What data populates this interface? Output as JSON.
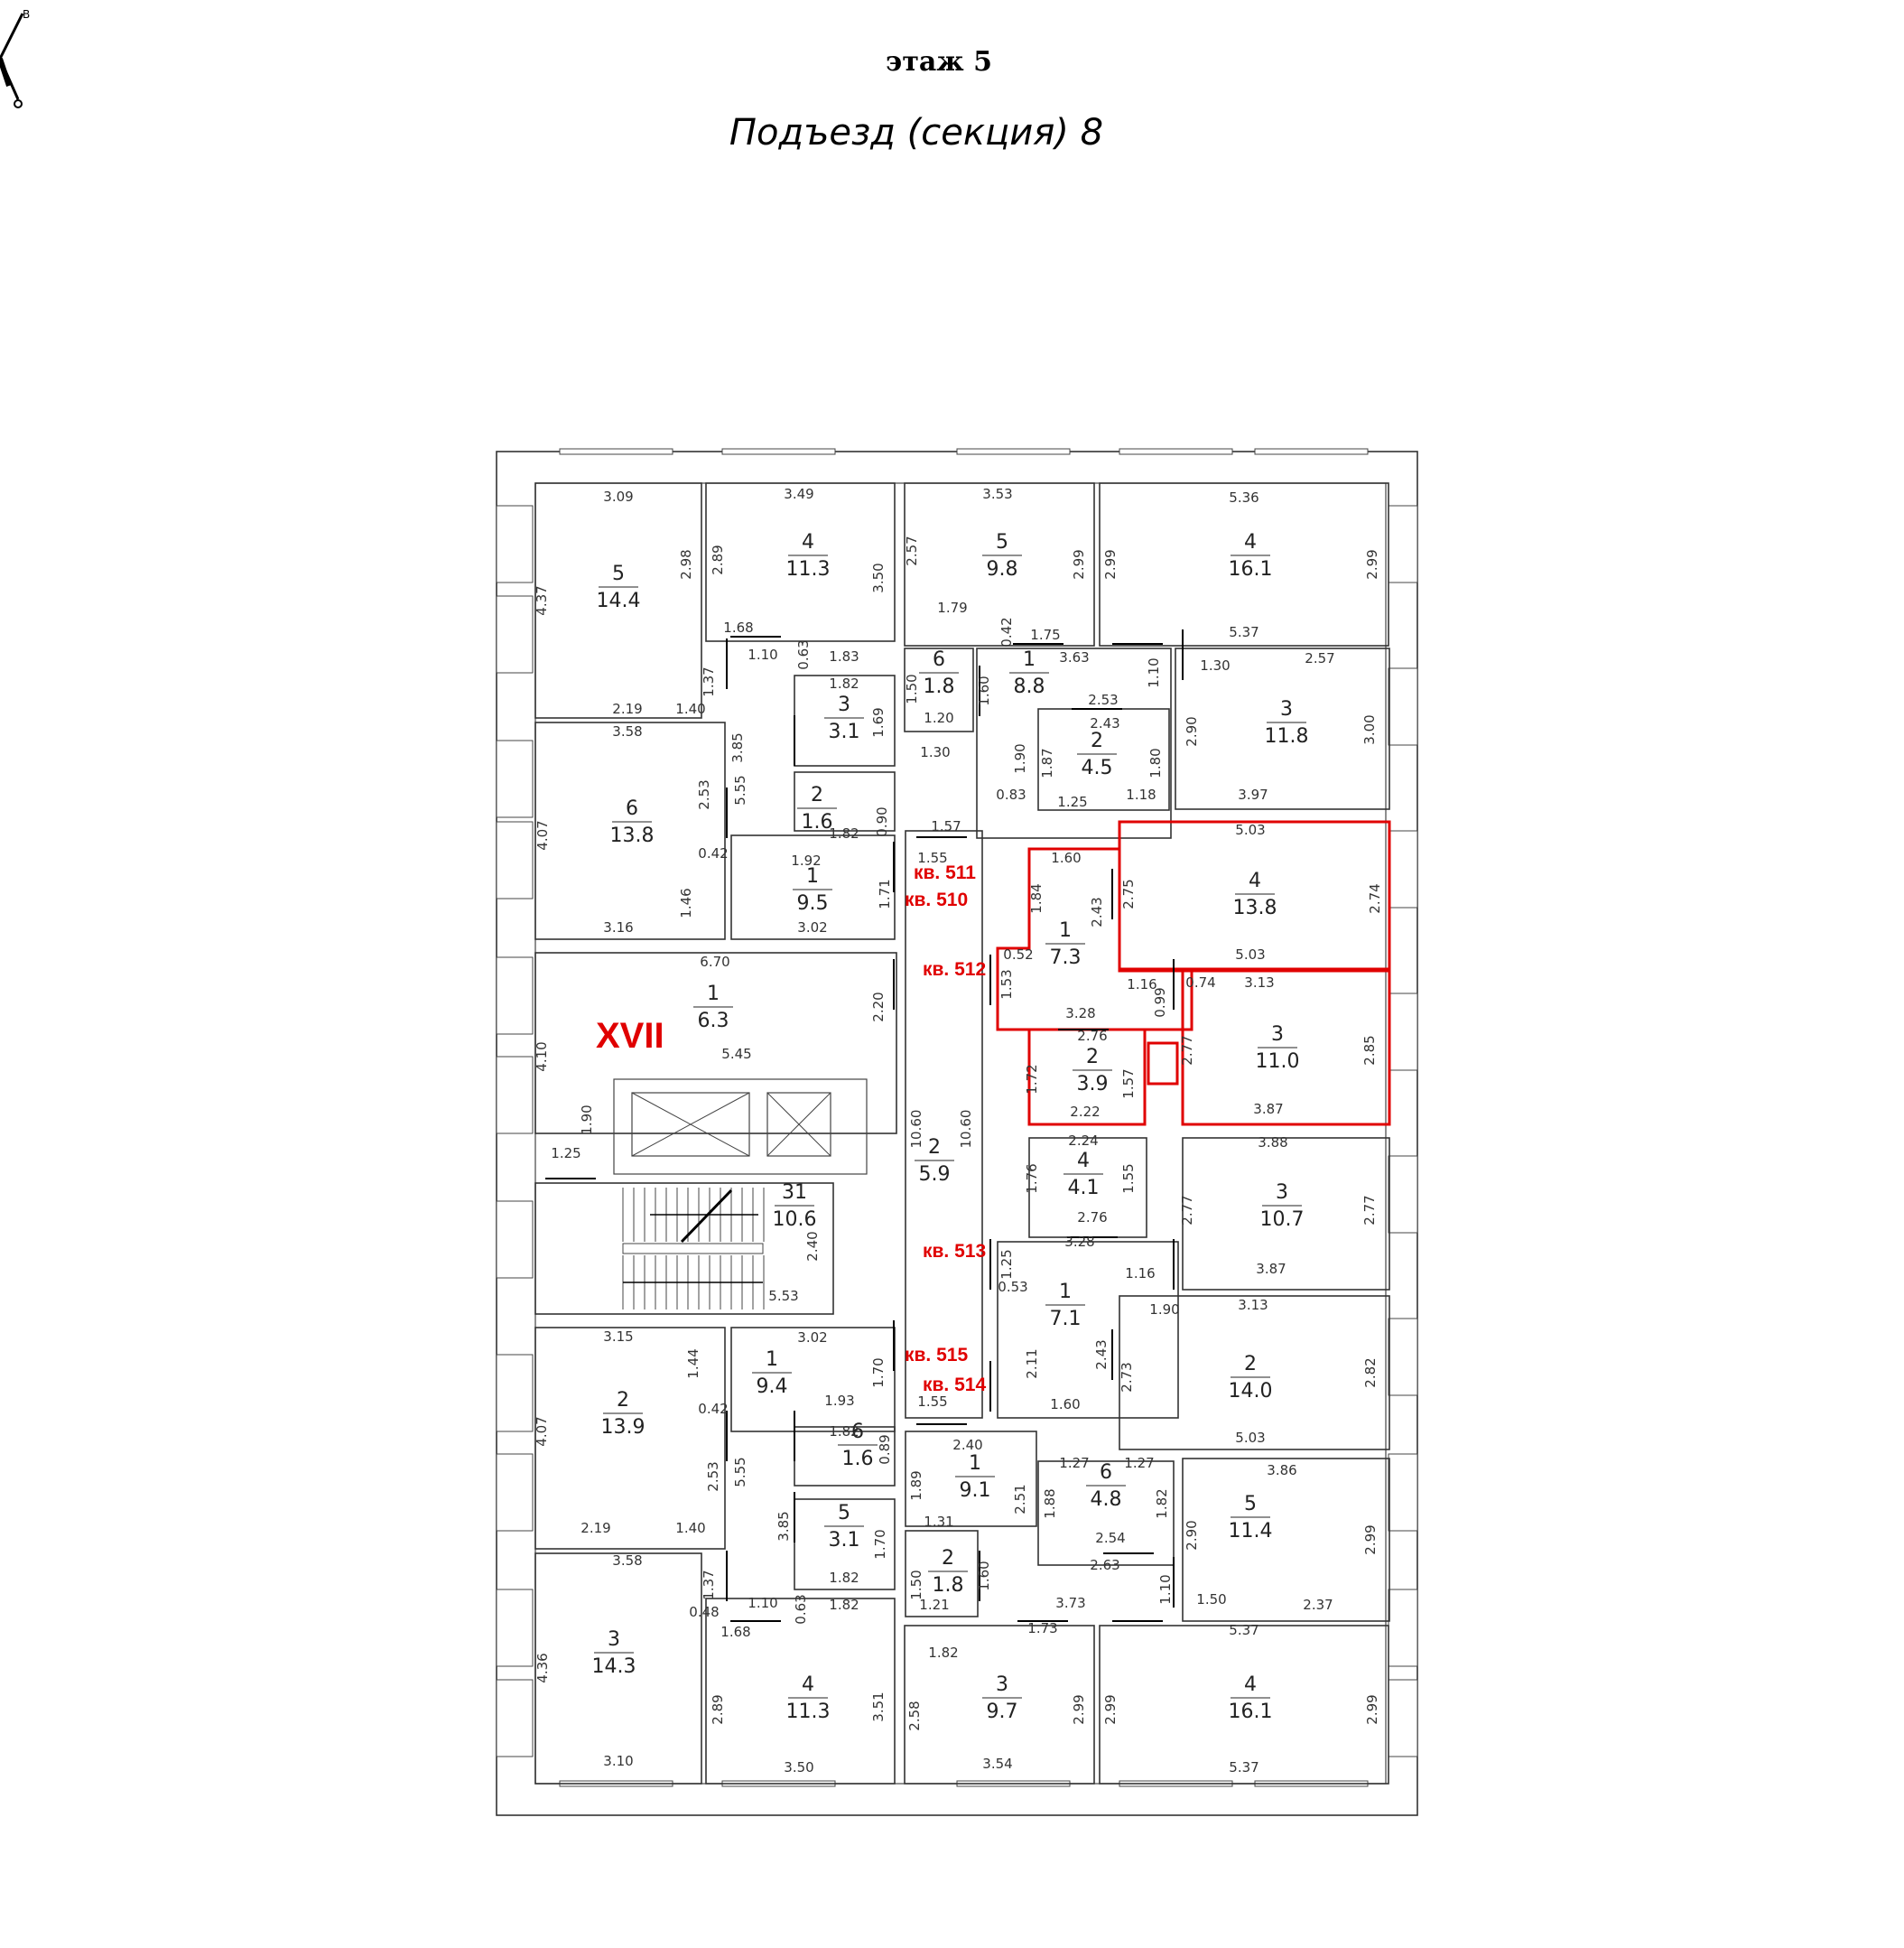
{
  "header": {
    "floor": "этаж 5",
    "section": "Подъезд (секция) 8"
  },
  "building_mark": "XVII",
  "rooms": [
    {
      "id": "r1",
      "num": "5",
      "area": "14.4",
      "dims": [
        "3.09",
        "4.37",
        "2.98",
        "2.19",
        "1.40"
      ]
    },
    {
      "id": "r2",
      "num": "4",
      "area": "11.3",
      "dims": [
        "3.49",
        "2.89",
        "3.50",
        "1.68",
        "1.10",
        "0.63",
        "1.83"
      ]
    },
    {
      "id": "r3",
      "num": "5",
      "area": "9.8",
      "dims": [
        "3.53",
        "2.57",
        "2.99",
        "1.79",
        "0.42"
      ]
    },
    {
      "id": "r4",
      "num": "4",
      "area": "16.1",
      "dims": [
        "5.36",
        "2.99",
        "2.99",
        "5.37"
      ]
    },
    {
      "id": "r5",
      "num": "6",
      "area": "1.8",
      "dims": [
        "1.50",
        "1.60",
        "1.20"
      ]
    },
    {
      "id": "r6",
      "num": "1",
      "area": "8.8",
      "dims": [
        "1.75",
        "3.63",
        "1.30",
        "1.90",
        "0.83",
        "1.57",
        "1.55"
      ]
    },
    {
      "id": "r7",
      "num": "2",
      "area": "4.5",
      "dims": [
        "2.53",
        "2.43",
        "1.87",
        "1.80",
        "1.25",
        "1.18"
      ]
    },
    {
      "id": "r8",
      "num": "3",
      "area": "11.8",
      "dims": [
        "1.10",
        "1.30",
        "2.57",
        "2.90",
        "3.00",
        "3.97"
      ]
    },
    {
      "id": "r9",
      "num": "3",
      "area": "3.1",
      "dims": [
        "1.82",
        "3.85",
        "1.69"
      ]
    },
    {
      "id": "r10",
      "num": "2",
      "area": "1.6",
      "dims": [
        "1.82",
        "0.90"
      ]
    },
    {
      "id": "r11",
      "num": "6",
      "area": "13.8",
      "dims": [
        "3.58",
        "4.07",
        "2.53",
        "5.55",
        "0.42",
        "1.46",
        "3.16",
        "1.37"
      ]
    },
    {
      "id": "r12",
      "num": "1",
      "area": "9.5",
      "dims": [
        "1.92",
        "3.02",
        "1.71"
      ]
    },
    {
      "id": "r13",
      "num": "4",
      "area": "13.8",
      "dims": [
        "5.03",
        "2.75",
        "2.74",
        "5.03"
      ]
    },
    {
      "id": "r14",
      "num": "1",
      "area": "7.3",
      "dims": [
        "1.60",
        "1.84",
        "2.43",
        "0.52",
        "1.53",
        "1.16",
        "0.99"
      ]
    },
    {
      "id": "r15",
      "num": "1",
      "area": "6.3",
      "dims": [
        "6.70",
        "4.10",
        "2.20",
        "5.45",
        "1.90",
        "1.25"
      ]
    },
    {
      "id": "r16",
      "num": "3",
      "area": "11.0",
      "dims": [
        "0.74",
        "3.13",
        "2.77",
        "2.85",
        "3.87"
      ]
    },
    {
      "id": "r17",
      "num": "2",
      "area": "3.9",
      "dims": [
        "3.28",
        "2.76",
        "1.72",
        "1.57",
        "2.22"
      ]
    },
    {
      "id": "r18",
      "num": "2",
      "area": "5.9",
      "dims": [
        "10.60",
        "10.60"
      ]
    },
    {
      "id": "r19",
      "num": "4",
      "area": "4.1",
      "dims": [
        "2.24",
        "1.76",
        "1.55",
        "2.76"
      ]
    },
    {
      "id": "r20",
      "num": "3",
      "area": "10.7",
      "dims": [
        "3.88",
        "2.77",
        "2.77",
        "3.87"
      ]
    },
    {
      "id": "r21",
      "num": "31",
      "area": "10.6",
      "dims": [
        "2.40",
        "5.53"
      ]
    },
    {
      "id": "r22",
      "num": "1",
      "area": "7.1",
      "dims": [
        "3.28",
        "1.25",
        "0.53",
        "1.16",
        "2.11",
        "2.43",
        "1.60"
      ]
    },
    {
      "id": "r23",
      "num": "2",
      "area": "14.0",
      "dims": [
        "1.90",
        "3.13",
        "2.73",
        "2.82",
        "5.03"
      ]
    },
    {
      "id": "r24",
      "num": "2",
      "area": "13.9",
      "dims": [
        "3.15",
        "1.44",
        "4.07",
        "0.42",
        "2.53",
        "5.55",
        "2.19",
        "1.40"
      ]
    },
    {
      "id": "r25",
      "num": "1",
      "area": "9.4",
      "dims": [
        "3.02",
        "1.70",
        "1.93",
        "1.55"
      ]
    },
    {
      "id": "r26",
      "num": "6",
      "area": "1.6",
      "dims": [
        "1.82",
        "0.89"
      ]
    },
    {
      "id": "r27",
      "num": "1",
      "area": "9.1",
      "dims": [
        "2.40",
        "1.89",
        "2.51",
        "1.31"
      ]
    },
    {
      "id": "r28",
      "num": "6",
      "area": "4.8",
      "dims": [
        "1.27",
        "1.27",
        "1.88",
        "1.82",
        "2.54",
        "2.63"
      ]
    },
    {
      "id": "r29",
      "num": "5",
      "area": "11.4",
      "dims": [
        "3.86",
        "2.90",
        "2.99",
        "1.10",
        "1.50",
        "2.37"
      ]
    },
    {
      "id": "r30",
      "num": "5",
      "area": "3.1",
      "dims": [
        "3.85",
        "1.70",
        "1.82"
      ]
    },
    {
      "id": "r31",
      "num": "2",
      "area": "1.8",
      "dims": [
        "1.50",
        "1.60",
        "1.21"
      ]
    },
    {
      "id": "r32",
      "num": "3",
      "area": "14.3",
      "dims": [
        "3.58",
        "1.37",
        "0.48",
        "4.36",
        "3.10",
        "1.68",
        "1.10",
        "0.63"
      ]
    },
    {
      "id": "r33",
      "num": "4",
      "area": "11.3",
      "dims": [
        "1.82",
        "2.89",
        "3.51",
        "3.50"
      ]
    },
    {
      "id": "r34",
      "num": "3",
      "area": "9.7",
      "dims": [
        "3.73",
        "1.73",
        "1.82",
        "2.58",
        "2.99",
        "3.54"
      ]
    },
    {
      "id": "r35",
      "num": "4",
      "area": "16.1",
      "dims": [
        "5.37",
        "2.99",
        "2.99",
        "5.37"
      ]
    }
  ],
  "apartments": [
    "кв. 511",
    "кв. 510",
    "кв. 512",
    "кв. 513",
    "кв. 515",
    "кв. 514"
  ],
  "compass": {
    "letter": "В",
    "icon": "compass-icon"
  },
  "colors": {
    "highlight": "#e00000",
    "line": "#333333"
  }
}
